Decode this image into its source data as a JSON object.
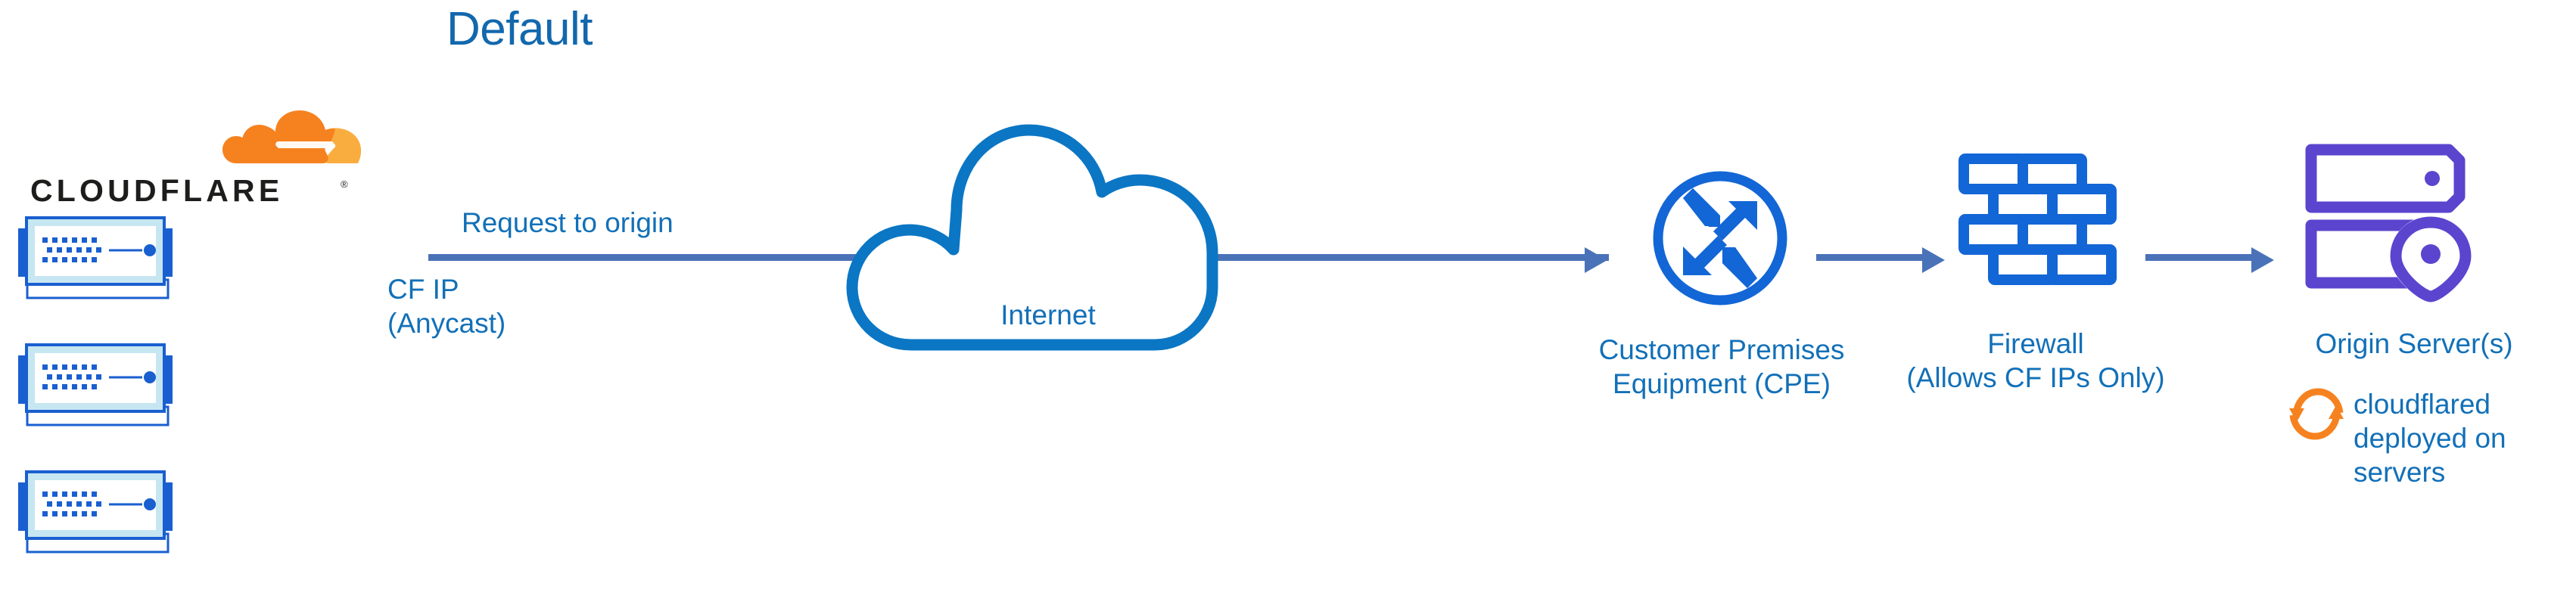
{
  "title": "Default",
  "colors": {
    "title_blue": "#1268ad",
    "label_blue": "#1270b8",
    "arrow_blue": "#4a72b8",
    "icon_blue": "#1366d6",
    "cloud_outline_blue": "#0b76c4",
    "server_blue": "#1a5fd0",
    "server_inner_cyan": "#c6e6f2",
    "origin_purple": "#5b45ce",
    "cloudflare_orange": "#f6821f",
    "cloudflare_orange_light": "#faad3f",
    "wordmark_black": "#1d1d1b",
    "background": "#ffffff"
  },
  "brand": {
    "wordmark": "CLOUDFLARE",
    "registered_mark": "®",
    "logo_icon_name": "cloudflare-cloud-logo"
  },
  "servers": {
    "count": 3,
    "items": [
      {
        "name": "cloudflare-edge-server-1"
      },
      {
        "name": "cloudflare-edge-server-2"
      },
      {
        "name": "cloudflare-edge-server-3"
      }
    ]
  },
  "labels": {
    "request_to_origin": "Request to origin",
    "cf_ip": "CF IP\n(Anycast)",
    "internet": "Internet",
    "cpe": "Customer Premises\nEquipment (CPE)",
    "firewall": "Firewall\n(Allows CF IPs Only)",
    "origin_server": "Origin Server(s)",
    "cloudflared": "cloudflared\ndeployed on\nservers"
  },
  "nodes": [
    {
      "id": "cloudflare-edge",
      "label": "CLOUDFLARE",
      "icon": "server-stack-icon"
    },
    {
      "id": "internet",
      "label": "Internet",
      "icon": "cloud-icon"
    },
    {
      "id": "cpe",
      "label": "Customer Premises Equipment (CPE)",
      "icon": "router-icon"
    },
    {
      "id": "firewall",
      "label": "Firewall (Allows CF IPs Only)",
      "icon": "brick-wall-icon"
    },
    {
      "id": "origin",
      "label": "Origin Server(s)",
      "icon": "server-rack-pin-icon"
    },
    {
      "id": "cloudflared",
      "label": "cloudflared deployed on servers",
      "icon": "sync-arrows-icon"
    }
  ],
  "connections": [
    {
      "from": "cloudflare-edge",
      "to": "cpe",
      "label": "Request to origin",
      "through": "internet"
    },
    {
      "from": "cpe",
      "to": "firewall",
      "label": ""
    },
    {
      "from": "firewall",
      "to": "origin",
      "label": ""
    }
  ]
}
